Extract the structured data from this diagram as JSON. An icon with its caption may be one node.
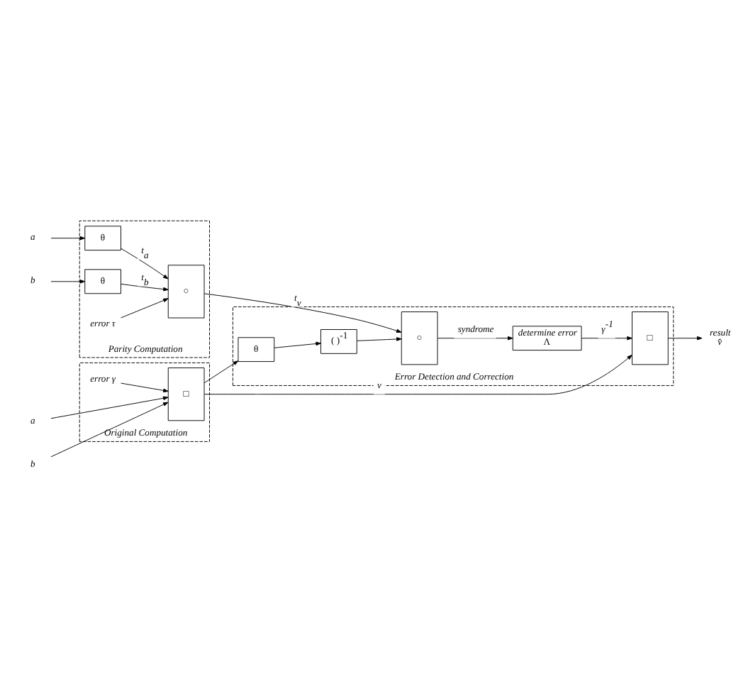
{
  "diagram": {
    "nodes": [
      {
        "text": [
          "Original Computation"
        ]
      },
      {
        "text": [
          "a"
        ]
      },
      {
        "text": [
          "b"
        ]
      },
      {
        "text": [
          "□"
        ],
        "in": 0
      },
      {
        "text": [
          "error γ"
        ],
        "in": 0
      },
      {
        "text": [
          "Parity Computation"
        ]
      },
      {
        "text": [
          "a"
        ]
      },
      {
        "text": [
          "b"
        ]
      },
      {
        "text": [
          "θ"
        ],
        "in": 5
      },
      {
        "text": [
          "θ"
        ],
        "in": 5
      },
      {
        "text": [
          "○"
        ],
        "in": 5
      },
      {
        "text": [
          "error τ"
        ],
        "in": 5
      },
      {
        "text": [
          "Error Detection and Correction"
        ]
      },
      {
        "text": [
          "θ"
        ],
        "in": 12
      },
      {
        "text": [
          "( )$^{-1}$"
        ],
        "in": 12
      },
      {
        "text": [
          "○"
        ],
        "in": 12
      },
      {
        "text": [
          "determine error",
          "Λ"
        ],
        "in": 12
      },
      {
        "text": [
          "□"
        ],
        "in": 12
      },
      {
        "text": [
          "result",
          "v̂"
        ]
      }
    ],
    "edges": [
      {
        "from": 1,
        "to": 3,
        "arrow": "to"
      },
      {
        "from": 2,
        "to": 3,
        "arrow": "to"
      },
      {
        "from": 4,
        "to": 3,
        "arrow": "to"
      },
      {
        "from": 3,
        "to": 17,
        "arrow": "to",
        "label": "v"
      },
      {
        "from": 3,
        "to": 13,
        "arrow": "to"
      },
      {
        "from": 13,
        "to": 14,
        "arrow": "to"
      },
      {
        "from": 14,
        "to": 15,
        "arrow": "to"
      },
      {
        "from": 15,
        "to": 16,
        "arrow": "to",
        "label": "syndrome"
      },
      {
        "from": 16,
        "to": 17,
        "arrow": "to",
        "label": "γ$^{-1}$"
      },
      {
        "from": 17,
        "to": 18,
        "arrow": "to"
      },
      {
        "from": 6,
        "to": 8,
        "arrow": "to"
      },
      {
        "from": 7,
        "to": 9,
        "arrow": "to"
      },
      {
        "from": 8,
        "to": 10,
        "arrow": "to",
        "label": "t$_{a}$"
      },
      {
        "from": 9,
        "to": 10,
        "arrow": "to",
        "label": "t$_{b}$"
      },
      {
        "from": 11,
        "to": 10,
        "arrow": "to"
      },
      {
        "from": 10,
        "to": 15,
        "arrow": "to",
        "label": "t$_{v}$"
      }
    ]
  }
}
